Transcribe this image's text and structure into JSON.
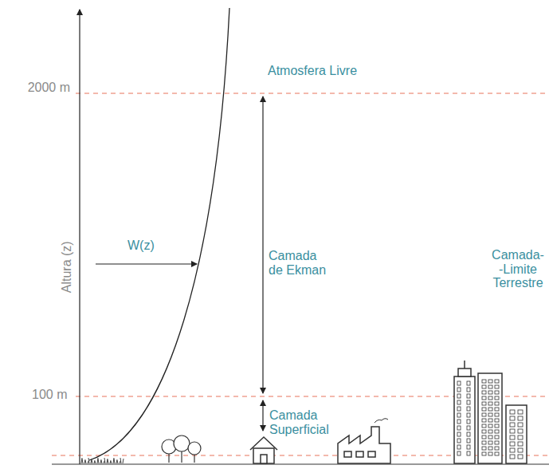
{
  "diagram": {
    "labels": [
      "2000 m",
      "Atmosfera Livre",
      "Altura (z)",
      "W(z)",
      "Camada de Ekman",
      "Camada- -Limite Terrestre",
      "100 m",
      "Camada Superficial"
    ]
  }
}
